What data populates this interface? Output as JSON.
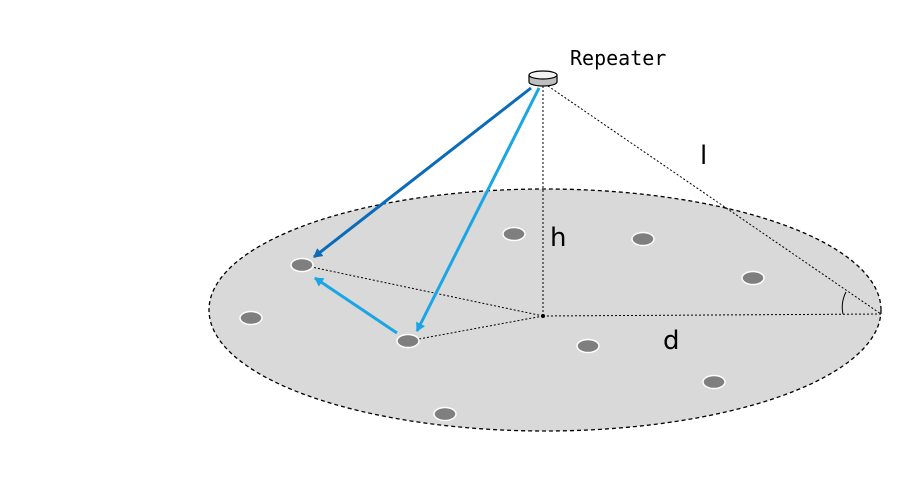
{
  "labels": {
    "repeater": "Repeater",
    "slant_distance": "l",
    "height": "h",
    "horizontal_distance": "d"
  },
  "colors": {
    "ground_fill": "#d9d9d9",
    "ground_border": "#000000",
    "node_fill": "#7f7f7f",
    "node_border": "#ffffff",
    "link_dark_blue": "#0b6bb8",
    "link_light_blue": "#1aa6e4",
    "guide_line": "#000000"
  },
  "icons": {
    "repeater": "repeater-disc-icon",
    "node": "ground-node-icon"
  }
}
